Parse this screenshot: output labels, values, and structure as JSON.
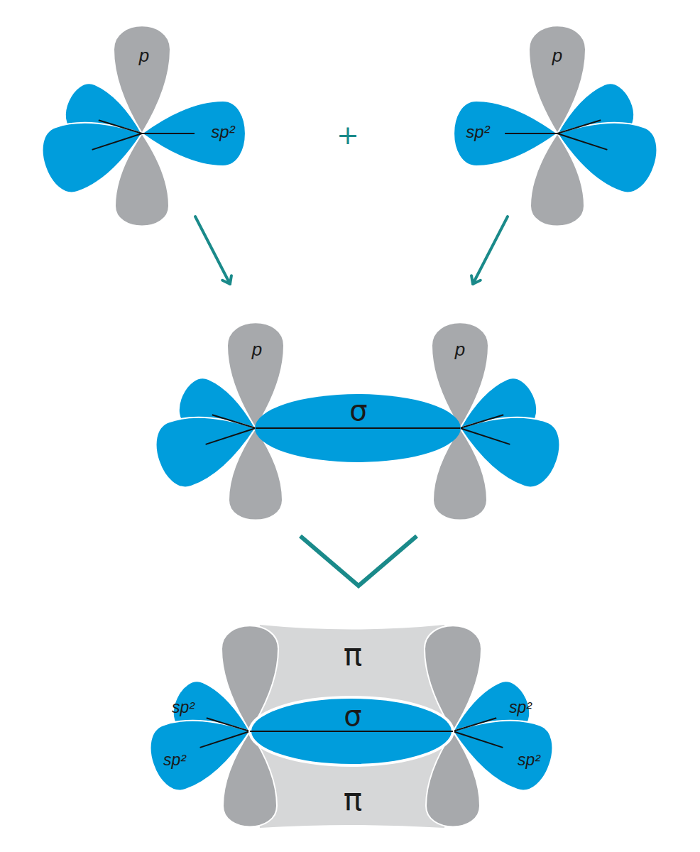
{
  "diagram": {
    "labels": [
      "p",
      "sp²",
      "+",
      "p",
      "sp²",
      "p",
      "σ",
      "p",
      "π",
      "σ",
      "π",
      "sp²",
      "sp²",
      "sp²",
      "sp²"
    ]
  }
}
